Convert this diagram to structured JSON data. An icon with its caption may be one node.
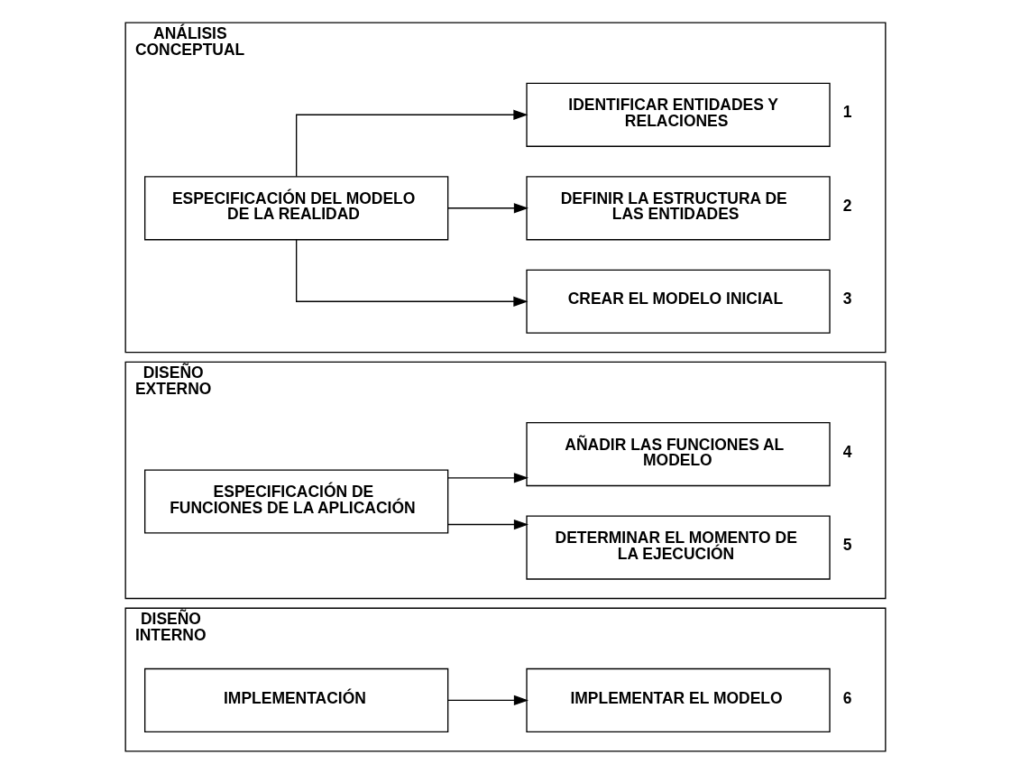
{
  "diagram": {
    "nodes": [
      {
        "text": [
          "ANÁLISIS CONCEPTUAL"
        ]
      },
      {
        "text": [
          "ESPECIFICACIÓN DEL MODELO DE LA REALIDAD"
        ],
        "in": 0
      },
      {
        "text": [
          "IDENTIFICAR ENTIDADES Y RELACIONES"
        ],
        "in": 0,
        "beside": [
          "1"
        ]
      },
      {
        "text": [
          "DEFINIR LA ESTRUCTURA DE LAS ENTIDADES"
        ],
        "in": 0,
        "beside": [
          "2"
        ]
      },
      {
        "text": [
          "CREAR EL MODELO INICIAL"
        ],
        "in": 0,
        "beside": [
          "3"
        ]
      },
      {
        "text": [
          "DISEÑO EXTERNO"
        ]
      },
      {
        "text": [
          "ESPECIFICACIÓN DE FUNCIONES DE LA APLICACIÓN"
        ],
        "in": 5
      },
      {
        "text": [
          "AÑADIR LAS FUNCIONES AL MODELO"
        ],
        "in": 5,
        "beside": [
          "4"
        ]
      },
      {
        "text": [
          "DETERMINAR EL MOMENTO DE LA EJECUCIÓN"
        ],
        "in": 5,
        "beside": [
          "5"
        ]
      },
      {
        "text": [
          "DISEÑO INTERNO"
        ]
      },
      {
        "text": [
          "IMPLEMENTACIÓN"
        ],
        "in": 9
      },
      {
        "text": [
          "IMPLEMENTAR EL MODELO"
        ],
        "in": 9,
        "beside": [
          "6"
        ]
      }
    ],
    "edges": [
      {
        "from": 1,
        "to": 2,
        "arrow": "to"
      },
      {
        "from": 1,
        "to": 3,
        "arrow": "to"
      },
      {
        "from": 1,
        "to": 4,
        "arrow": "to"
      },
      {
        "from": 6,
        "to": 7,
        "arrow": "to"
      },
      {
        "from": 6,
        "to": 8,
        "arrow": "to"
      },
      {
        "from": 10,
        "to": 11,
        "arrow": "to"
      }
    ]
  }
}
